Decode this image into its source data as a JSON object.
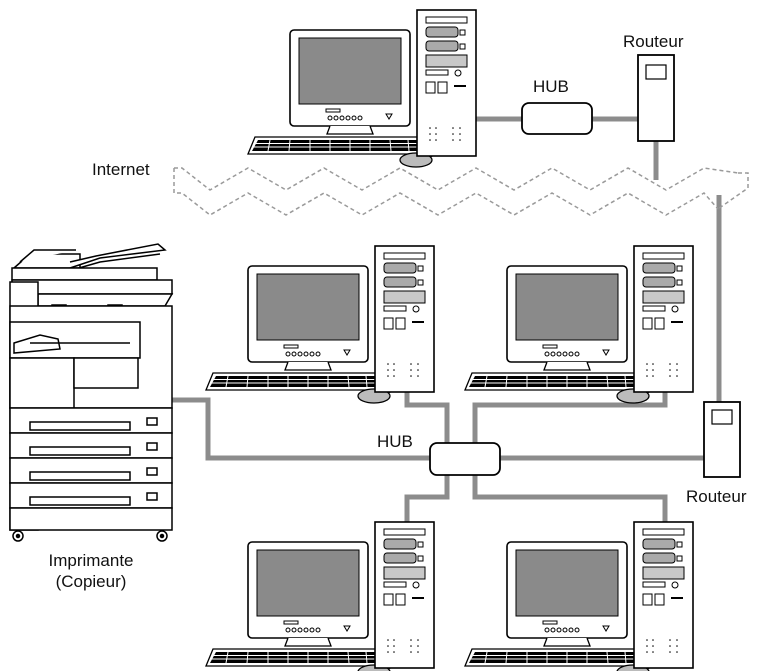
{
  "labels": {
    "router_top": "Routeur",
    "hub_top": "HUB",
    "internet": "Internet",
    "hub_bottom": "HUB",
    "router_bottom": "Routeur",
    "printer_line1": "Imprimante",
    "printer_line2": "(Copieur)"
  },
  "icons": {
    "computer": "computer-icon",
    "hub": "hub-icon",
    "router": "router-icon",
    "printer": "printer-copier-icon",
    "internet": "internet-cloud-icon"
  },
  "colors": {
    "line": "#8c8c8c",
    "outline": "#000000",
    "screen": "#8a8a8a",
    "internet_dash": "#9a9a9a"
  }
}
